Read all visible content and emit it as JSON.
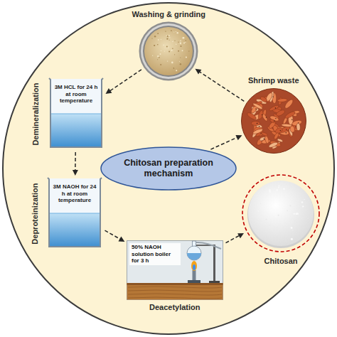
{
  "diagram": {
    "nodes": [
      {
        "text": [
          "Washing & grinding"
        ]
      },
      {
        "text": [
          "Demineralization",
          "3M HCL for 24 h at room temperature"
        ]
      },
      {
        "text": [
          "Shrimp waste"
        ]
      },
      {
        "text": [
          "Chitosan preparation mechanism"
        ]
      },
      {
        "text": [
          "Deproteinization",
          "3M NAOH for 24 h at room temperature"
        ]
      },
      {
        "text": [
          "Chitosan"
        ]
      },
      {
        "text": [
          "Deacetylation",
          "50% NAOH solution boiler for 3 h"
        ]
      }
    ],
    "edges": [
      {
        "from": 2,
        "to": 0,
        "arrow": "to"
      },
      {
        "from": 0,
        "to": 1,
        "arrow": "to"
      },
      {
        "from": 1,
        "to": 4,
        "arrow": "to"
      },
      {
        "from": 4,
        "to": 6,
        "arrow": "to"
      },
      {
        "from": 6,
        "to": 5,
        "arrow": "to"
      },
      {
        "from": 3,
        "to": 2,
        "arrow": "to"
      }
    ]
  }
}
